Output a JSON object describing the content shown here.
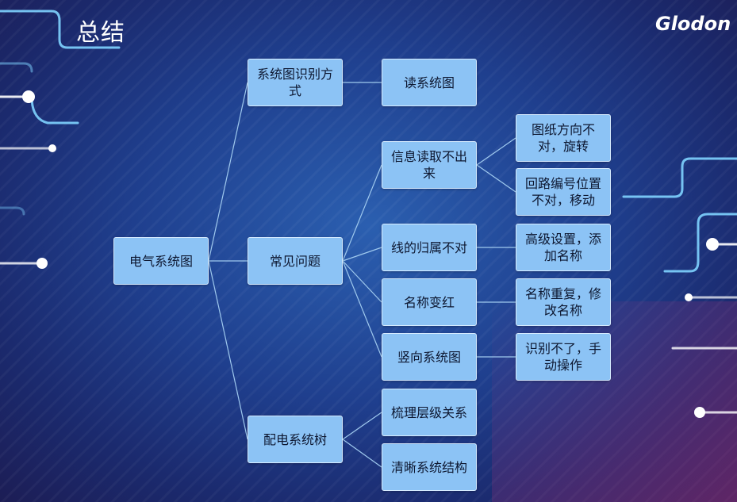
{
  "title": "总结",
  "logo": "Glodon",
  "colors": {
    "node_fill": "#8cc3f5",
    "node_border": "#d6ebff",
    "connector": "#9fc9ee",
    "background": "#1f3f8e"
  },
  "diagram": {
    "root": "电气系统图",
    "branches": {
      "identify": "系统图识别方式",
      "problems": "常见问题",
      "tree": "配电系统树"
    },
    "leaves": {
      "read": "读系统图",
      "info_unreadable": "信息读取不出来",
      "wire_owner": "线的归属不对",
      "name_red": "名称变红",
      "vertical": "竖向系统图",
      "sort_levels": "梳理层级关系",
      "clear_structure": "清晰系统结构"
    },
    "solutions": {
      "rotate": "图纸方向不对，旋转",
      "move": "回路编号位置不对，移动",
      "add_name": "高级设置，添加名称",
      "rename": "名称重复，修改名称",
      "manual": "识别不了，手动操作"
    }
  }
}
